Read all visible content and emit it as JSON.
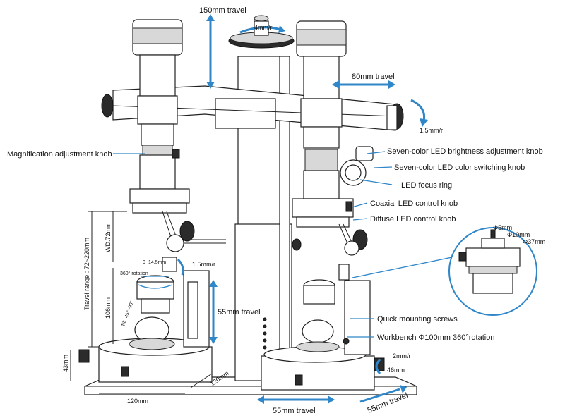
{
  "travel": {
    "vertical_top": "150mm travel",
    "horizontal_top": "80mm travel",
    "fine_focus": "4mm/r",
    "right_knob": "1.5mm/r",
    "left_stage_focus": "1.5mm/r",
    "stage_vertical": "55mm travel",
    "base_x": "55mm travel",
    "base_y": "55mm travel",
    "base_fine": "2mm/r"
  },
  "callouts": {
    "magnification": "Magnification adjustment knob",
    "led_brightness": "Seven-color LED brightness adjustment knob",
    "led_color": "Seven-color LED color switching knob",
    "led_focus": "LED focus ring",
    "coaxial": "Coaxial LED control knob",
    "diffuse": "Diffuse LED control knob",
    "quick_mount": "Quick mounting screws",
    "workbench": "Workbench Φ100mm 360°rotation"
  },
  "detail": {
    "d5": "Φ5mm",
    "d10": "Φ10mm",
    "d37": "Φ37mm"
  },
  "dimensions": {
    "travel_range": "Travel range : 72~220mm",
    "wd": "WD:72mm",
    "h106": "106mm",
    "h43": "43mm",
    "w120": "120mm",
    "d120": "120mm",
    "w46": "46mm",
    "stage_shift": "0~14.5mm",
    "rotation": "360° rotation",
    "tilt": "Tilt -45°~90°"
  },
  "colors": {
    "accent": "#2f86c8",
    "outline": "#222222"
  }
}
